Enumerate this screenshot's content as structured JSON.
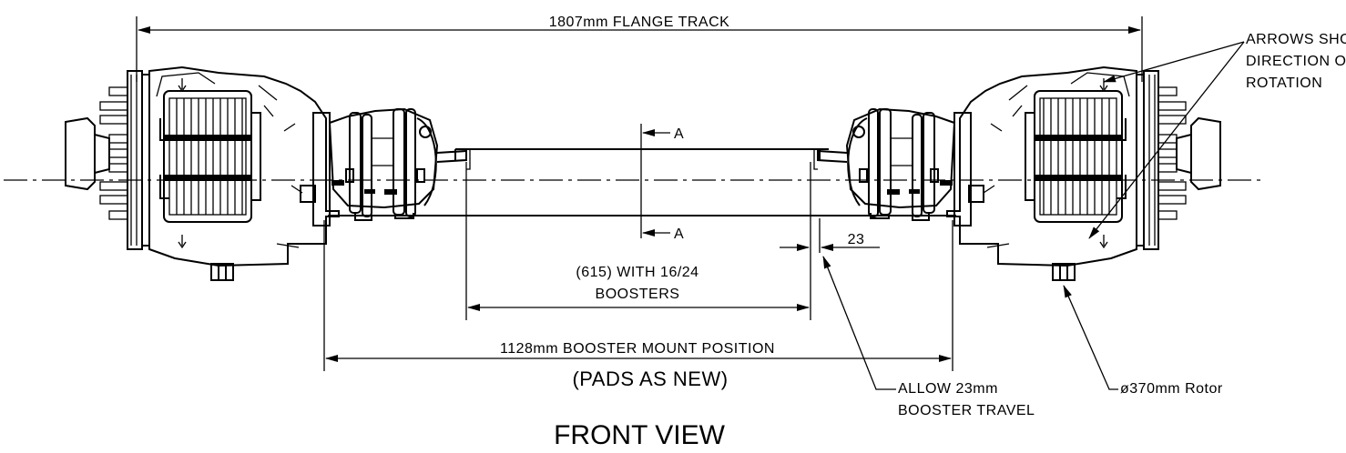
{
  "labels": {
    "flange_track": "1807mm FLANGE TRACK",
    "arrows_note_1": "ARROWS SHOW",
    "arrows_note_2": "DIRECTION OF",
    "arrows_note_3": "ROTATION",
    "section_a_top": "A",
    "section_a_bottom": "A",
    "booster_dim_1": "(615) WITH 16/24",
    "booster_dim_2": "BOOSTERS",
    "travel_dim": "23",
    "mount_position": "1128mm BOOSTER MOUNT POSITION",
    "pads_note": "(PADS AS NEW)",
    "allow_travel_1": "ALLOW 23mm",
    "allow_travel_2": "BOOSTER TRAVEL",
    "rotor": "ø370mm Rotor",
    "view_title": "FRONT VIEW"
  }
}
